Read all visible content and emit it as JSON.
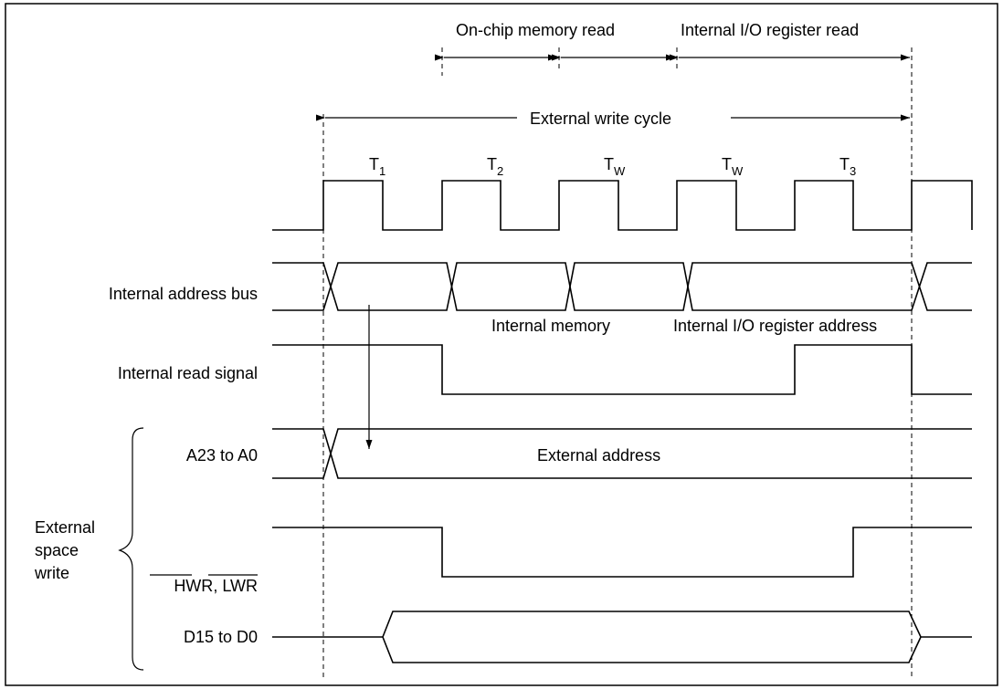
{
  "labels": {
    "onchip_memory_read": "On-chip memory read",
    "internal_io_register_read": "Internal I/O register read",
    "external_write_cycle": "External write cycle",
    "internal_memory": "Internal memory",
    "internal_io_register_address": "Internal I/O register address",
    "external_address": "External address"
  },
  "states": [
    {
      "main": "T",
      "sub": "1"
    },
    {
      "main": "T",
      "sub": "2"
    },
    {
      "main": "T",
      "sub": "W"
    },
    {
      "main": "T",
      "sub": "W"
    },
    {
      "main": "T",
      "sub": "3"
    }
  ],
  "signals": {
    "internal_address_bus": "Internal address bus",
    "internal_read_signal": "Internal read signal",
    "a23_a0": "A23 to A0",
    "hwr_lwr": {
      "hwr": "HWR",
      "separator": ", ",
      "lwr": "LWR"
    },
    "d15_d0": "D15 to D0"
  },
  "group": {
    "line1": "External",
    "line2": "space",
    "line3": "write"
  }
}
